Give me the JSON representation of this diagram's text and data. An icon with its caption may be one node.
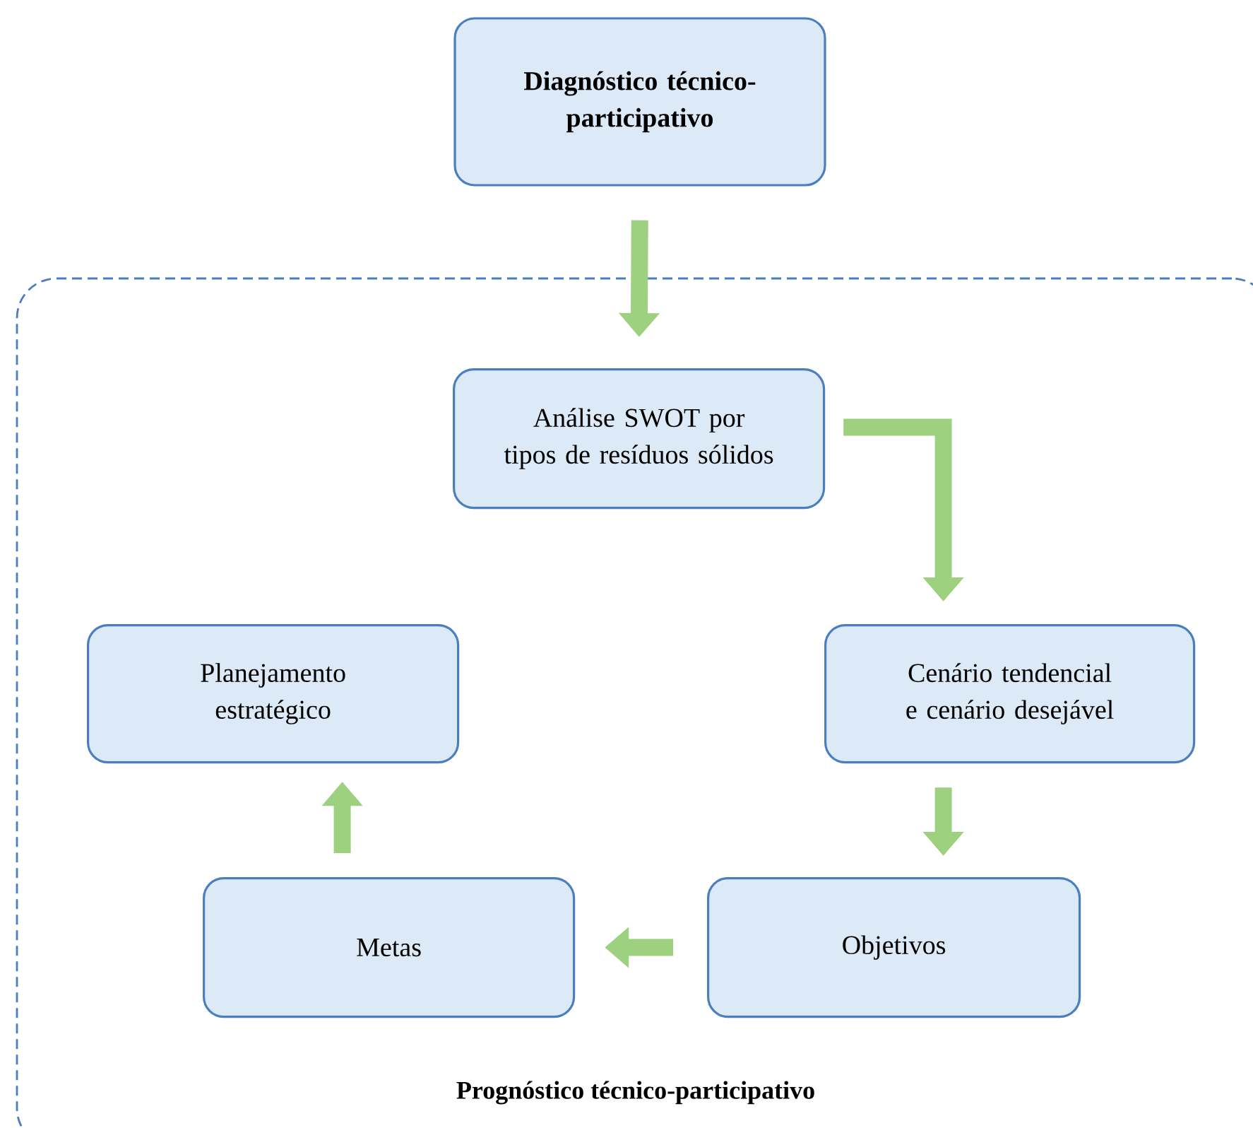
{
  "diagram": {
    "nodes": [
      {
        "text": [
          "Diagnóstico técnico-participativo"
        ]
      },
      {
        "text": [
          "Prognóstico técnico-participativo"
        ]
      },
      {
        "text": [
          "Análise SWOT por tipos de resíduos sólidos"
        ],
        "in": 1
      },
      {
        "text": [
          "Cenário tendencial e cenário desejável"
        ],
        "in": 1
      },
      {
        "text": [
          "Objetivos"
        ],
        "in": 1
      },
      {
        "text": [
          "Metas"
        ],
        "in": 1
      },
      {
        "text": [
          "Planejamento estratégico"
        ],
        "in": 1
      }
    ],
    "edges": [
      {
        "from": 0,
        "to": 2,
        "arrow": "to"
      },
      {
        "from": 2,
        "to": 3,
        "arrow": "to"
      },
      {
        "from": 3,
        "to": 4,
        "arrow": "to"
      },
      {
        "from": 4,
        "to": 5,
        "arrow": "to"
      },
      {
        "from": 5,
        "to": 6,
        "arrow": "to"
      }
    ]
  }
}
